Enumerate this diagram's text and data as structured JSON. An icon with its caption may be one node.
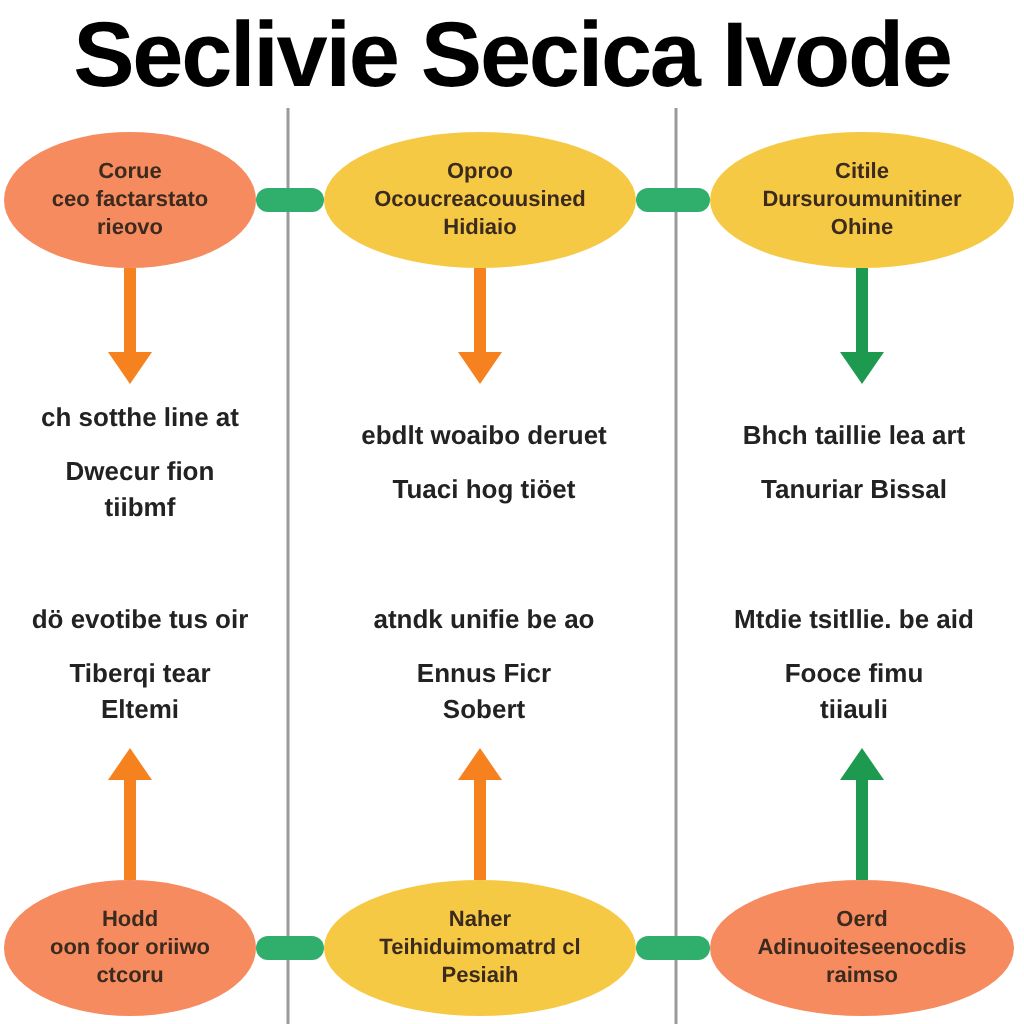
{
  "diagram": {
    "title": "Seclivie Secica Ivode",
    "nodes": [
      {
        "text": [
          "Corue",
          "ceo factarstato rieovo"
        ]
      },
      {
        "text": [
          "Oproo",
          "Ocoucreacouusined Hidiaio"
        ]
      },
      {
        "text": [
          "Citile",
          "Dursuroumunitiner Ohine"
        ]
      },
      {
        "text": [
          "ch sotthe line at",
          "Dwecur fion tiibmf"
        ]
      },
      {
        "text": [
          "ebdlt woaibo deruet",
          "Tuaci hog tiöet"
        ]
      },
      {
        "text": [
          "Bhch taillie lea art",
          "Tanuriar Bissal"
        ]
      },
      {
        "text": [
          "dö evotibe tus oir",
          "Tiberqi tear Eltemi"
        ]
      },
      {
        "text": [
          "atndk unifie be ao",
          "Ennus Ficr Sobert"
        ]
      },
      {
        "text": [
          "Mtdie tsitllie. be aid",
          "Fooce fimu tiiauli"
        ]
      },
      {
        "text": [
          "Hodd",
          "oon foor oriiwo ctcoru"
        ]
      },
      {
        "text": [
          "Naher",
          "Teihiduimomatrd cl Pesiaih"
        ]
      },
      {
        "text": [
          "Oerd",
          "Adinuoiteseenocdis raimso"
        ]
      }
    ],
    "edges": [
      {
        "from": 0,
        "to": 1,
        "arrow": "none",
        "style": "thick",
        "color": "#2fae6c"
      },
      {
        "from": 1,
        "to": 2,
        "arrow": "none",
        "style": "thick",
        "color": "#2fae6c"
      },
      {
        "from": 0,
        "to": 3,
        "arrow": "to",
        "color": "#f5821f"
      },
      {
        "from": 1,
        "to": 4,
        "arrow": "to",
        "color": "#f5821f"
      },
      {
        "from": 2,
        "to": 5,
        "arrow": "to",
        "color": "#1e9a50"
      },
      {
        "from": 9,
        "to": 6,
        "arrow": "to",
        "color": "#f5821f"
      },
      {
        "from": 10,
        "to": 7,
        "arrow": "to",
        "color": "#f5821f"
      },
      {
        "from": 11,
        "to": 8,
        "arrow": "to",
        "color": "#1e9a50"
      },
      {
        "from": 9,
        "to": 10,
        "arrow": "none",
        "style": "thick",
        "color": "#2fae6c"
      },
      {
        "from": 10,
        "to": 11,
        "arrow": "none",
        "style": "thick",
        "color": "#2fae6c"
      }
    ]
  }
}
